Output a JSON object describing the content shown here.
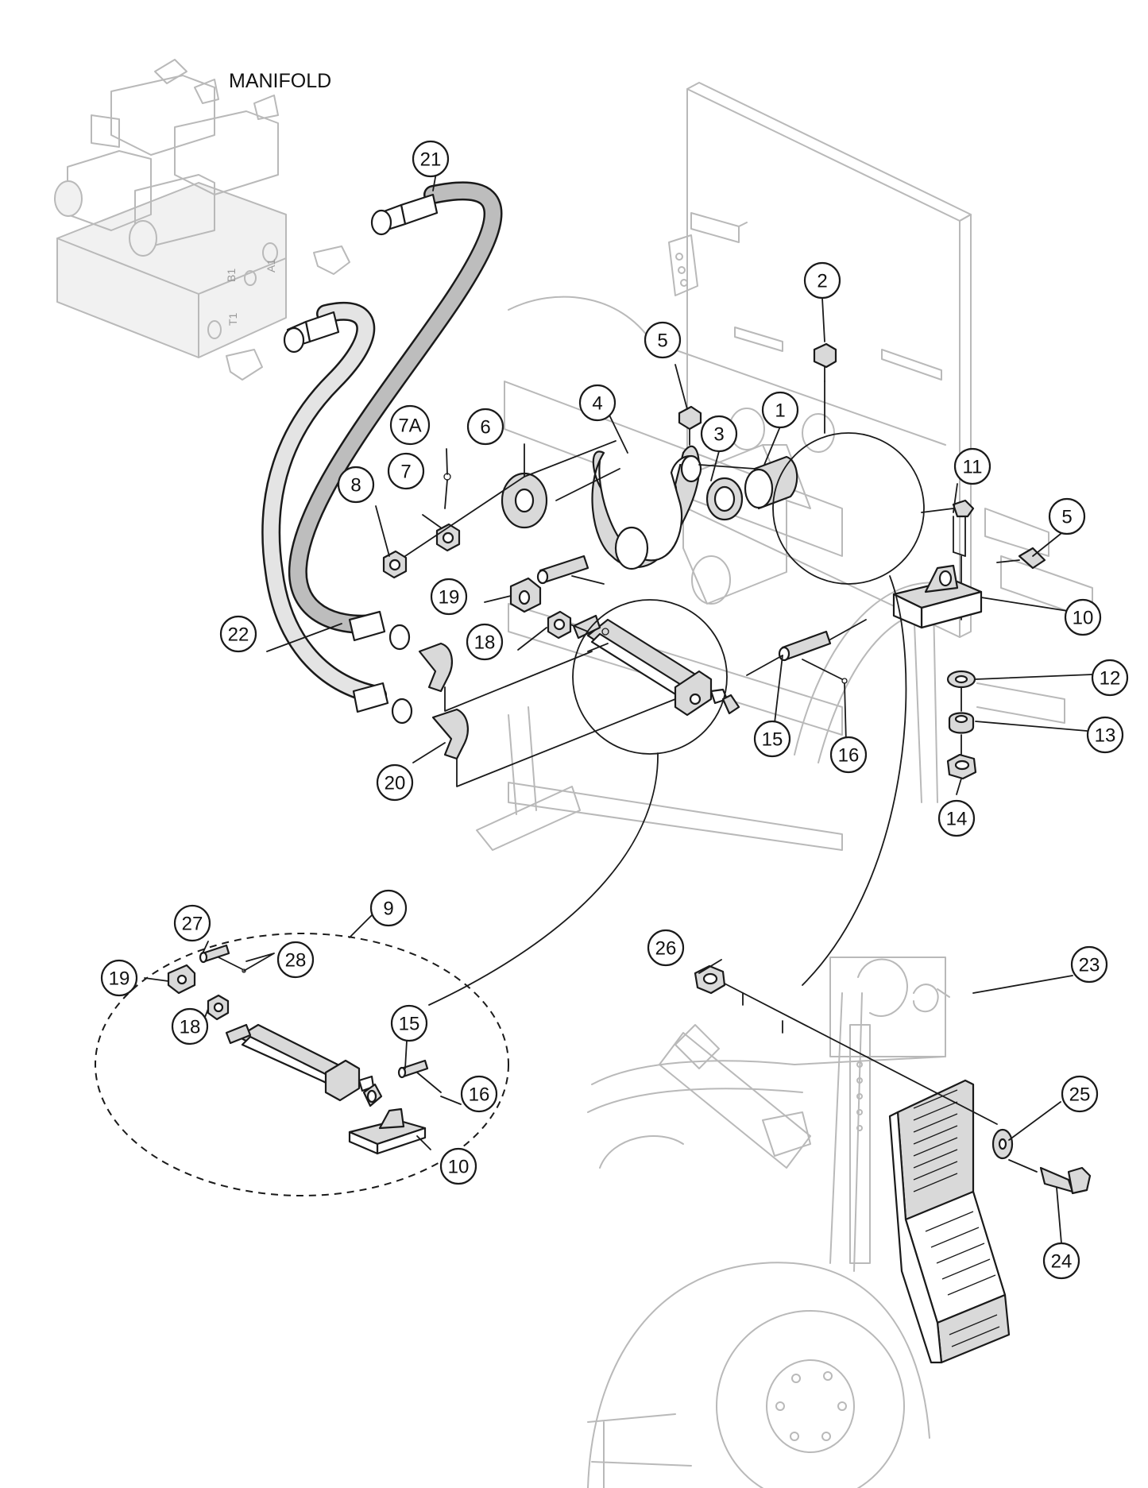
{
  "title_label": "MANIFOLD",
  "manifold_ports": [
    "B1",
    "A1",
    "T1"
  ],
  "callouts": [
    "1",
    "2",
    "3",
    "4",
    "5",
    "5",
    "6",
    "7",
    "7A",
    "8",
    "9",
    "10",
    "10",
    "11",
    "12",
    "13",
    "14",
    "15",
    "15",
    "16",
    "16",
    "18",
    "18",
    "19",
    "19",
    "20",
    "21",
    "22",
    "23",
    "24",
    "25",
    "26",
    "27",
    "28"
  ]
}
